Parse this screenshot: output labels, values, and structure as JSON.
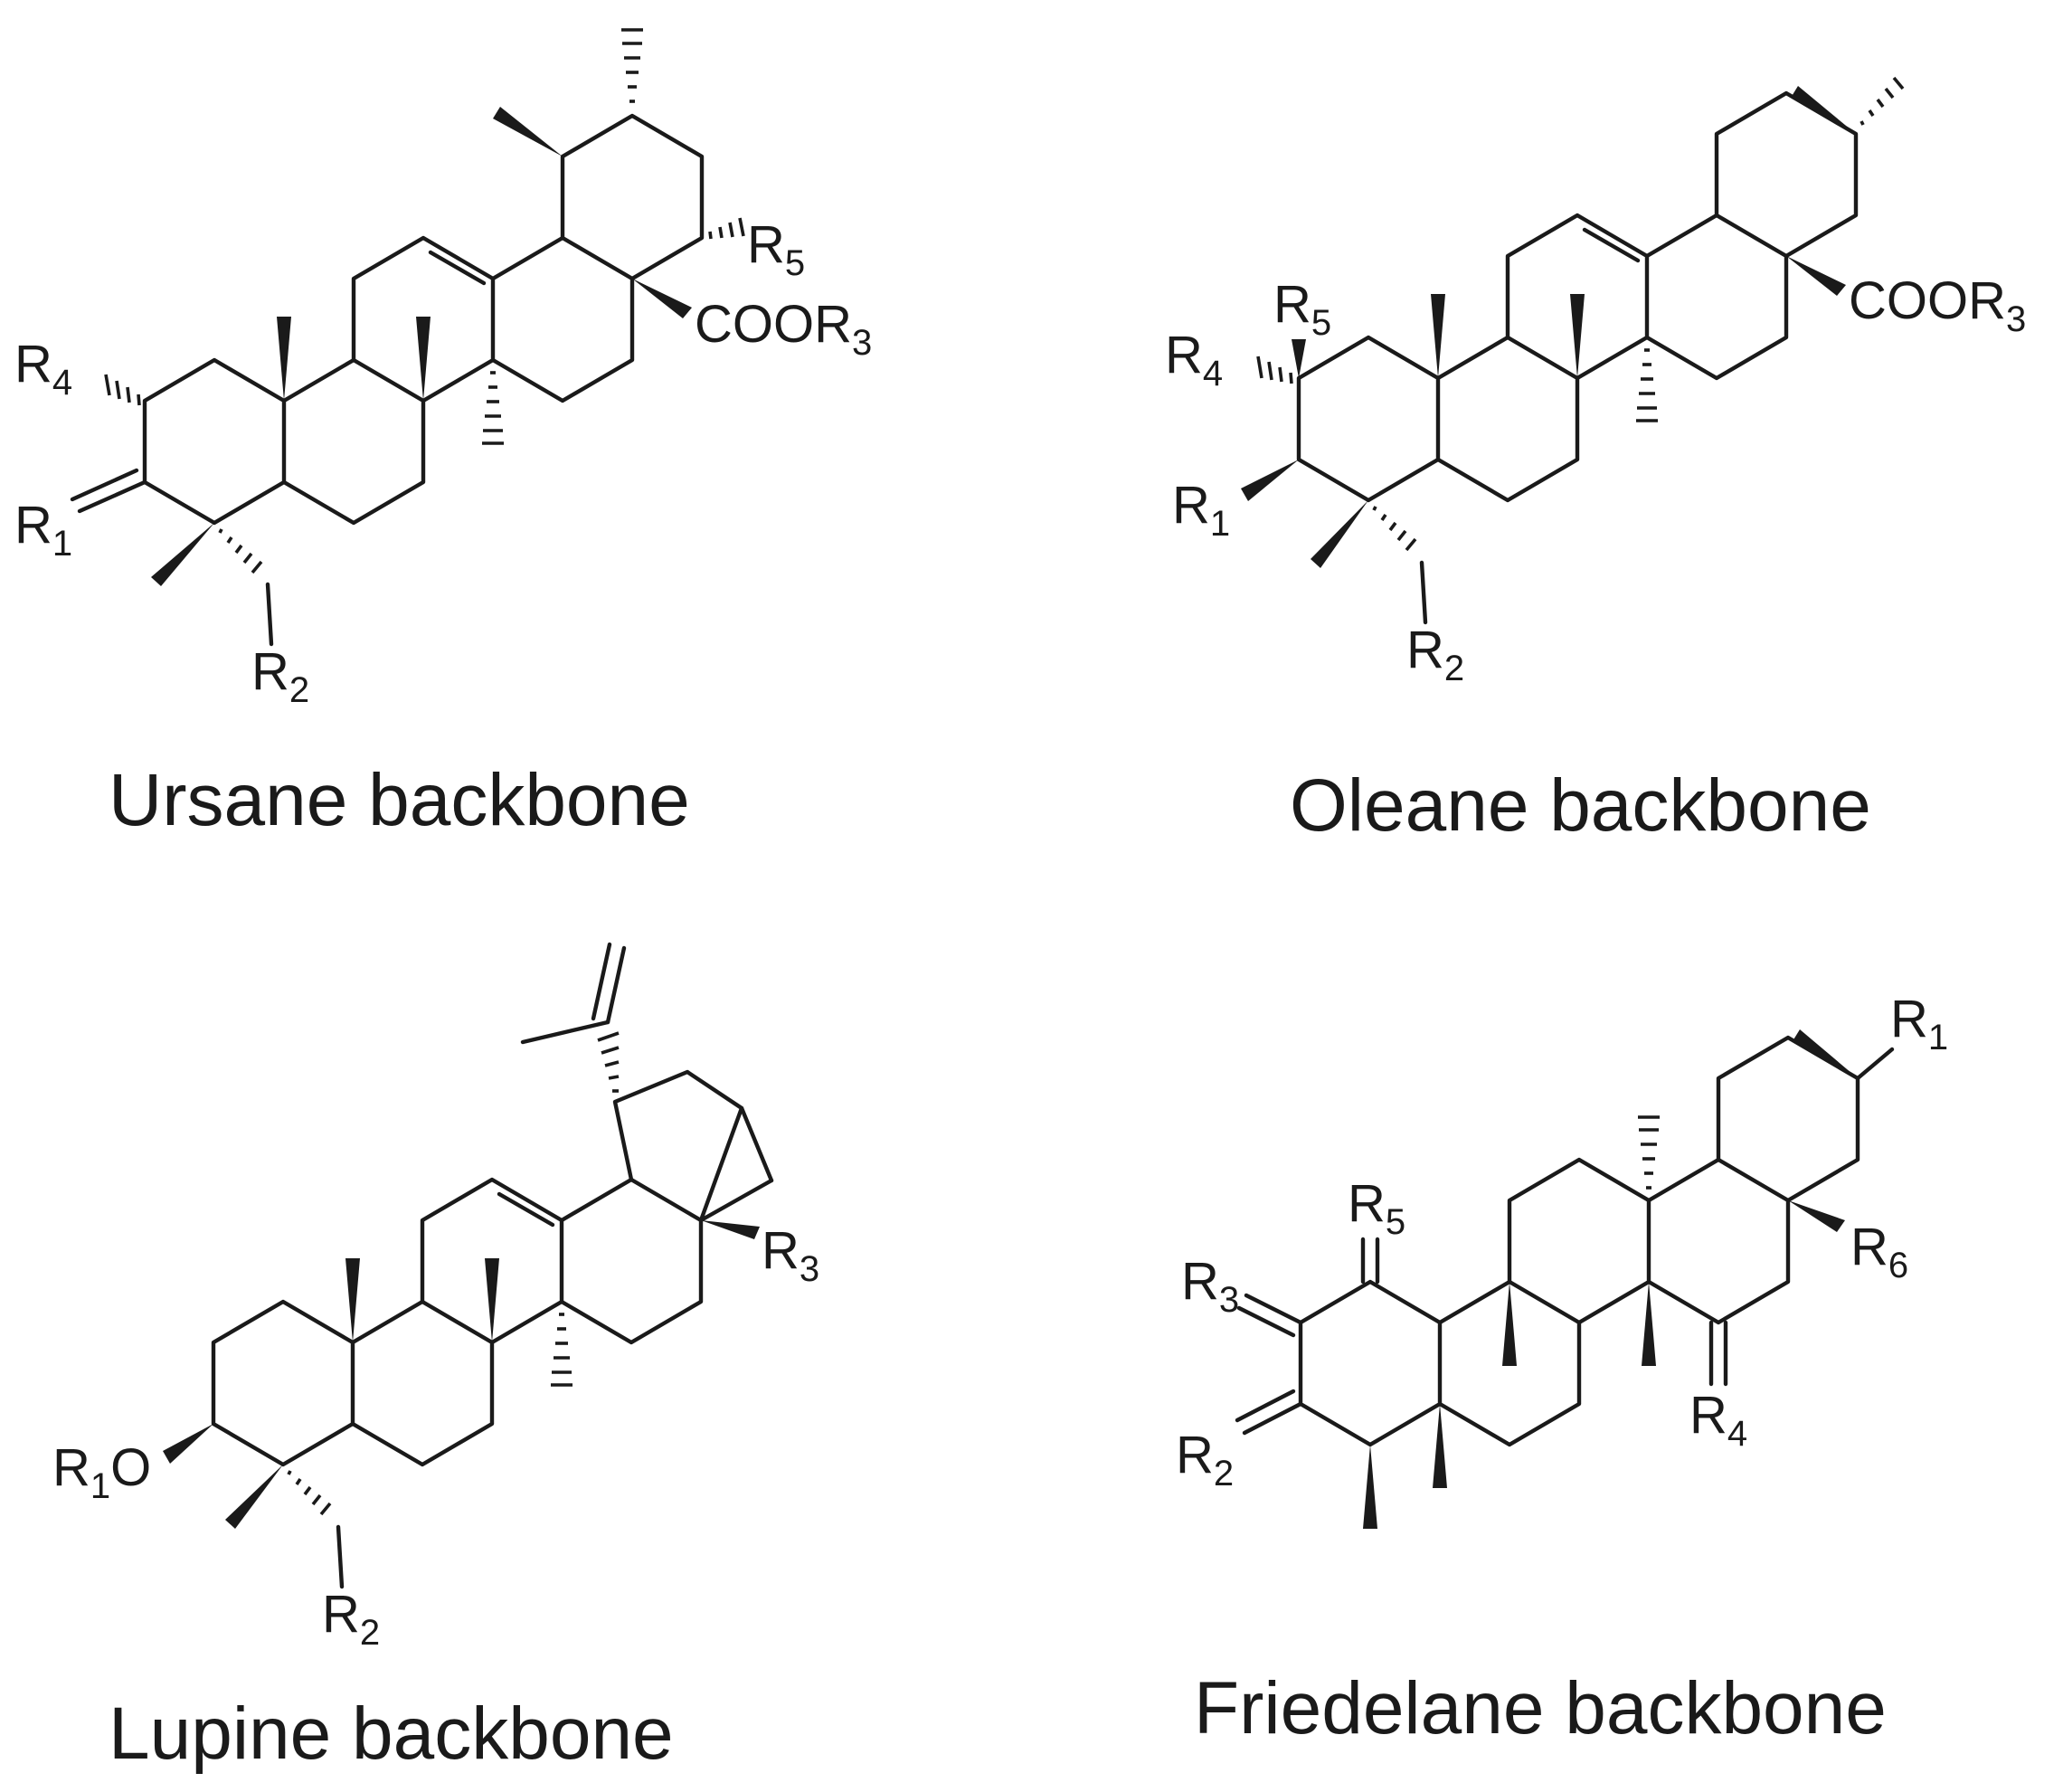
{
  "captions": {
    "ursane": "Ursane backbone",
    "oleane": "Oleane backbone",
    "lupine": "Lupine backbone",
    "friedelane": "Friedelane backbone"
  },
  "labels": {
    "ursane": {
      "r1": {
        "main": "R",
        "sub": "1"
      },
      "r2": {
        "main": "R",
        "sub": "2"
      },
      "r3": {
        "main": "COOR",
        "sub": "3"
      },
      "r4": {
        "main": "R",
        "sub": "4"
      },
      "r5": {
        "main": "R",
        "sub": "5"
      }
    },
    "oleane": {
      "r1": {
        "main": "R",
        "sub": "1"
      },
      "r2": {
        "main": "R",
        "sub": "2"
      },
      "r3": {
        "main": "COOR",
        "sub": "3"
      },
      "r4": {
        "main": "R",
        "sub": "4"
      },
      "r5": {
        "main": "R",
        "sub": "5"
      }
    },
    "lupine": {
      "r1": {
        "main": "R",
        "sub": "1",
        "tail": "O"
      },
      "r2": {
        "main": "R",
        "sub": "2"
      },
      "r3": {
        "main": "R",
        "sub": "3"
      }
    },
    "friedelane": {
      "r1": {
        "main": "R",
        "sub": "1"
      },
      "r2": {
        "main": "R",
        "sub": "2"
      },
      "r3": {
        "main": "R",
        "sub": "3"
      },
      "r4": {
        "main": "R",
        "sub": "4"
      },
      "r5": {
        "main": "R",
        "sub": "5"
      },
      "r6": {
        "main": "R",
        "sub": "6"
      }
    }
  }
}
